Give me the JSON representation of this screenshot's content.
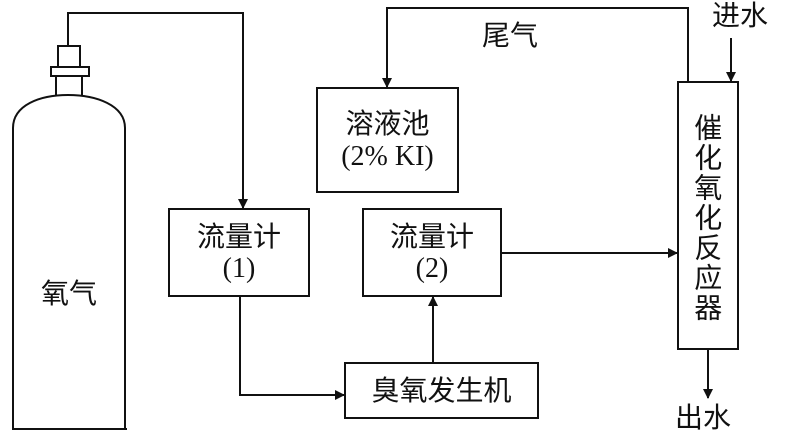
{
  "diagram": {
    "cylinder": {
      "label": "氧气"
    },
    "flowmeter1": {
      "line1": "流量计",
      "line2": "(1)"
    },
    "flowmeter2": {
      "line1": "流量计",
      "line2": "(2)"
    },
    "solution_pool": {
      "line1": "溶液池",
      "line2": "(2% KI)"
    },
    "ozone_generator": {
      "label": "臭氧发生机"
    },
    "reactor": {
      "label": "催化氧化反应器"
    },
    "tail_gas": {
      "label": "尾气"
    },
    "water_in": {
      "label": "进水"
    },
    "water_out": {
      "label": "出水"
    }
  }
}
